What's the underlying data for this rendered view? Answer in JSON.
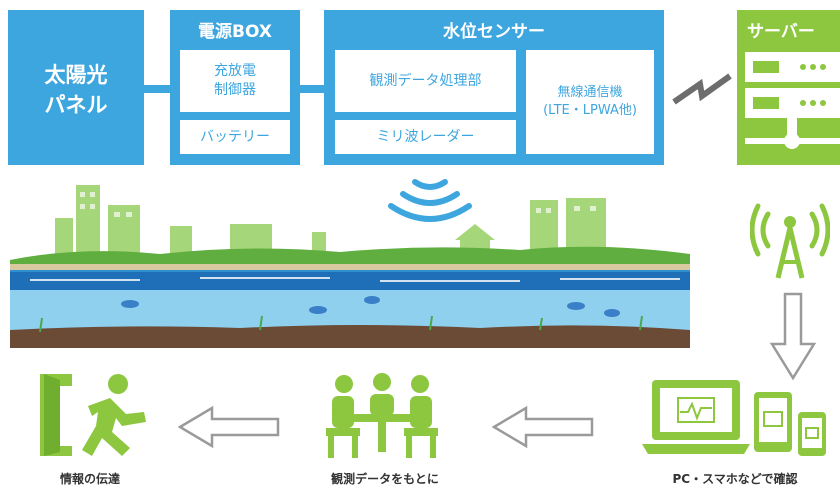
{
  "solar": {
    "label_line1": "太陽光",
    "label_line2": "パネル"
  },
  "power_box": {
    "title": "電源BOX",
    "charge_line1": "充放電",
    "charge_line2": "制御器",
    "battery": "バッテリー"
  },
  "sensor": {
    "title": "水位センサー",
    "processing": "観測データ処理部",
    "radar": "ミリ波レーダー",
    "comm_line1": "無線通信機",
    "comm_line2": "(LTE・LPWA他)"
  },
  "server": {
    "title": "サーバー"
  },
  "flow": {
    "notify": "情報の伝達",
    "discuss": "観測データをもとに",
    "confirm": "PC・スマホなどで確認"
  },
  "colors": {
    "blue": "#3ea6df",
    "green": "#8dc63f",
    "water": "#2f8fd0"
  },
  "icons": [
    "solar-panel",
    "server-icon",
    "antenna-icon",
    "exit-icon",
    "meeting-icon",
    "devices-icon",
    "wireless-signal-icon"
  ]
}
